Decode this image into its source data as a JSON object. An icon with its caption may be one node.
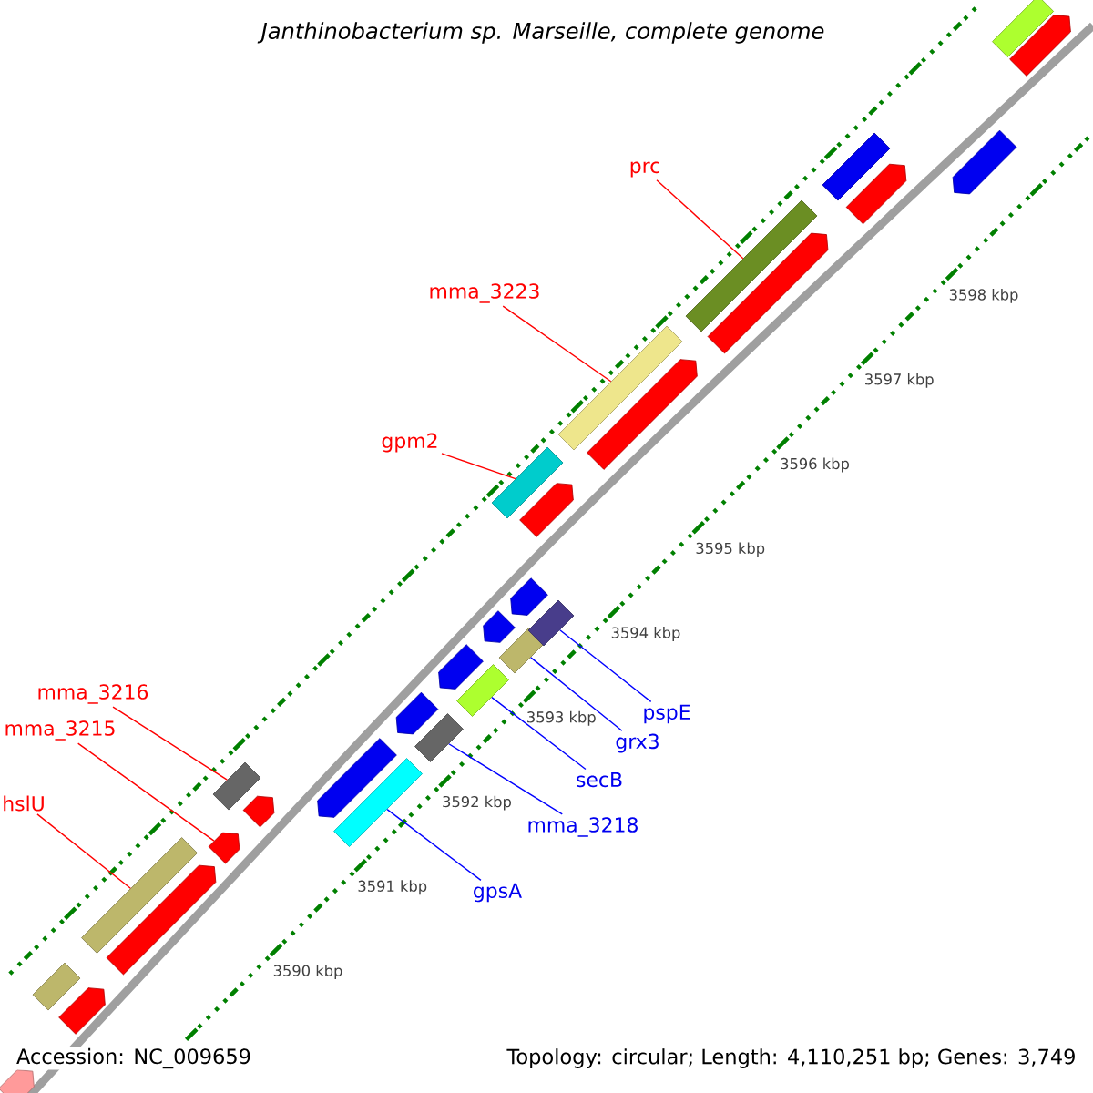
{
  "diagram": {
    "title": "Janthinobacterium sp. Marseille, complete genome",
    "nodes": [
      {
        "text": [],
        "shape": "arrow"
      },
      {
        "text": [],
        "shape": "box"
      },
      {
        "text": [],
        "shape": "arrow"
      },
      {
        "text": [],
        "shape": "box"
      },
      {
        "text": [],
        "shape": "arrow"
      },
      {
        "text": [],
        "shape": "arrow"
      },
      {
        "text": [],
        "shape": "box"
      },
      {
        "text": [],
        "shape": "arrow"
      },
      {
        "text": [],
        "shape": "arrow"
      },
      {
        "text": [],
        "shape": "box"
      },
      {
        "text": [],
        "shape": "arrow"
      },
      {
        "text": [],
        "shape": "box"
      },
      {
        "text": [],
        "shape": "arrow"
      },
      {
        "text": [],
        "shape": "box"
      },
      {
        "text": [],
        "shape": "arrow"
      },
      {
        "text": [],
        "shape": "box"
      },
      {
        "text": [],
        "shape": "arrow"
      },
      {
        "text": [],
        "shape": "box"
      },
      {
        "text": [],
        "shape": "box"
      },
      {
        "text": [],
        "shape": "arrow"
      },
      {
        "text": [],
        "shape": "box"
      },
      {
        "text": [],
        "shape": "arrow"
      },
      {
        "text": [],
        "shape": "box"
      },
      {
        "text": [],
        "shape": "arrow"
      },
      {
        "text": [],
        "shape": "box"
      },
      {
        "text": [],
        "shape": "arrow"
      },
      {
        "text": [],
        "shape": "arrow"
      },
      {
        "text": [],
        "shape": "box"
      },
      {
        "text": [],
        "shape": "arrow"
      },
      {
        "text": [
          "hslU"
        ]
      },
      {
        "text": [
          "mma_3215"
        ]
      },
      {
        "text": [
          "mma_3216"
        ]
      },
      {
        "text": [
          "gpsA"
        ]
      },
      {
        "text": [
          "mma_3218"
        ]
      },
      {
        "text": [
          "secB"
        ]
      },
      {
        "text": [
          "grx3"
        ]
      },
      {
        "text": [
          "pspE"
        ]
      },
      {
        "text": [
          "prc"
        ]
      },
      {
        "text": [
          "mma_3223"
        ]
      },
      {
        "text": [
          "gpm2"
        ]
      }
    ],
    "edges": [
      {
        "from": 29,
        "to": 3,
        "arrow": "none"
      },
      {
        "from": 30,
        "to": 5,
        "arrow": "none"
      },
      {
        "from": 31,
        "to": 6,
        "arrow": "none"
      },
      {
        "from": 32,
        "to": 9,
        "arrow": "none",
        "color": "#0000ff"
      },
      {
        "from": 33,
        "to": 11,
        "arrow": "none",
        "color": "#0000ff"
      },
      {
        "from": 34,
        "to": 13,
        "arrow": "none",
        "color": "#0000ff"
      },
      {
        "from": 35,
        "to": 15,
        "arrow": "none",
        "color": "#0000ff"
      },
      {
        "from": 36,
        "to": 17,
        "arrow": "none",
        "color": "#0000ff"
      },
      {
        "from": 37,
        "to": 22,
        "arrow": "none"
      },
      {
        "from": 38,
        "to": 20,
        "arrow": "none"
      },
      {
        "from": 39,
        "to": 18,
        "arrow": "none"
      }
    ],
    "labels": [
      "3590 kbp",
      "3591 kbp",
      "3592 kbp",
      "3593 kbp",
      "3594 kbp",
      "3595 kbp",
      "3596 kbp",
      "3597 kbp",
      "3598 kbp",
      "Accession: NC_009659",
      "Topology: circular; Length: 4,110,251 bp; Genes: 3,749"
    ]
  }
}
